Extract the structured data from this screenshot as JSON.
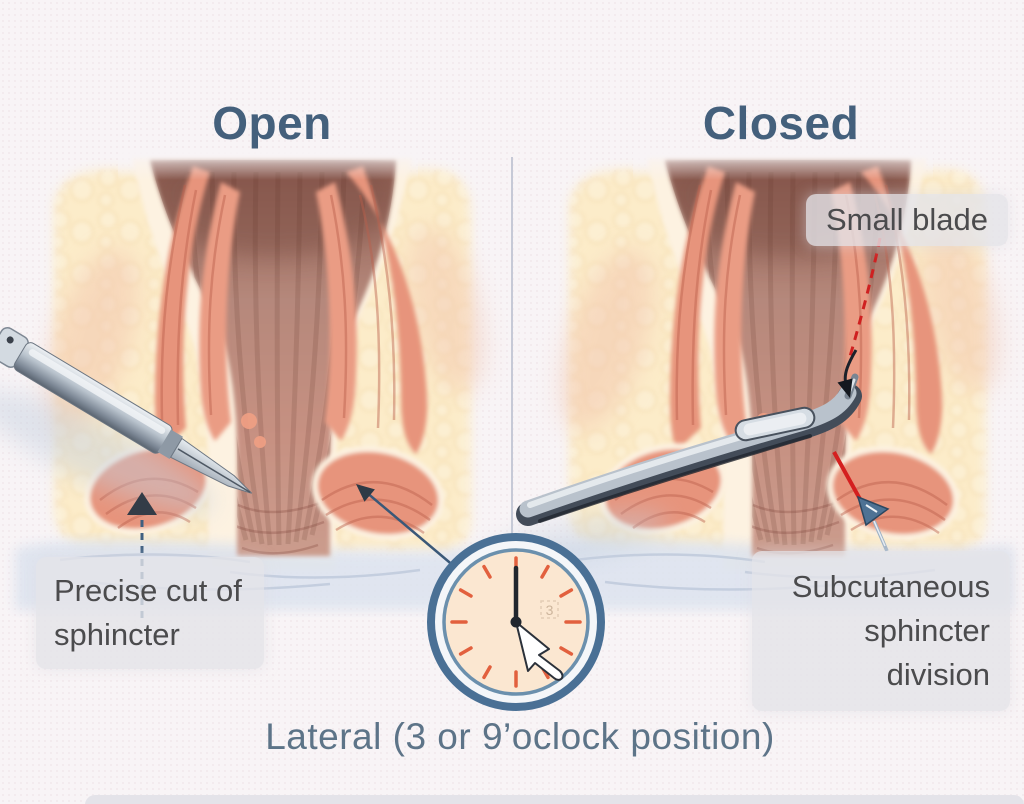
{
  "figure": {
    "subject": "lateral-internal-sphincterotomy-techniques",
    "panels": {
      "left": {
        "title": "Open"
      },
      "right": {
        "title": "Closed"
      }
    },
    "annotations": {
      "small_blade": "Small blade",
      "precise_cut": "Precise cut of sphincter",
      "subcutaneous_division": "Subcutaneous sphincter division"
    },
    "caption": "Lateral (3 or 9’oclock position)",
    "clock": {
      "mark": "3",
      "long_hand_points_to": "12",
      "short_hand_points_to": "between 4 and 5"
    },
    "colors": {
      "title": "#44607c",
      "caption": "#5d7488",
      "label_text": "#4b4b4d",
      "label_bg": "#e6e5ea",
      "accent_red": "#cf2020",
      "navy_arrow": "#33506d",
      "clock_ring": "#4a7095",
      "clock_face": "#fbe7d1",
      "clock_tick": "#e2603e",
      "muscle": "#e7947b",
      "fat": "#fcecc9",
      "canal": "#a97464",
      "skin": "#dde4ef"
    }
  }
}
